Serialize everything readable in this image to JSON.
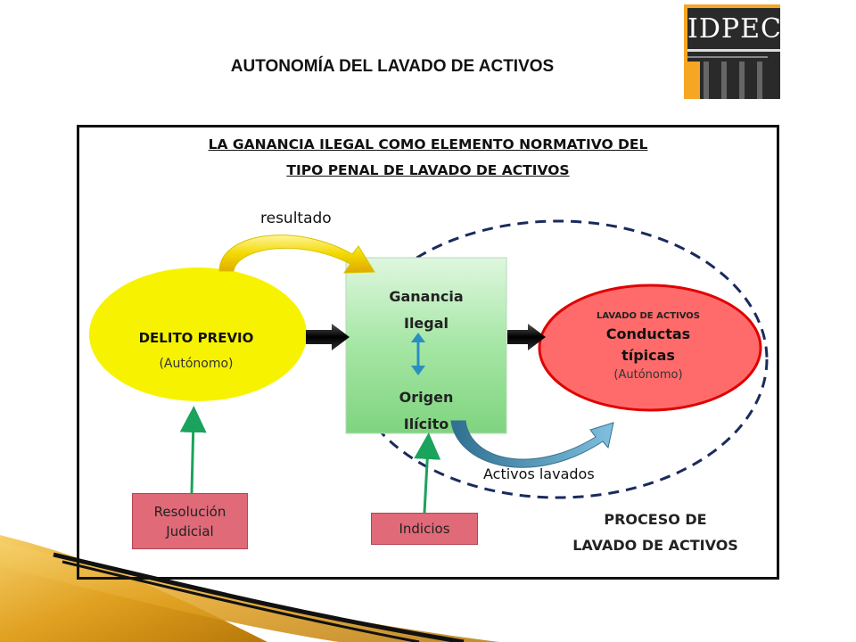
{
  "header": {
    "title": "AUTONOMÍA DEL LAVADO DE ACTIVOS",
    "logo_text": "IDPEC"
  },
  "diagram": {
    "title_line1": "LA GANANCIA ILEGAL COMO ELEMENTO NORMATIVO DEL",
    "title_line2": "TIPO PENAL DE LAVADO DE ACTIVOS",
    "arrow_top_label": "resultado",
    "delito": {
      "title": "DELITO PREVIO",
      "sub": "(Autónomo)"
    },
    "center": {
      "top_line1": "Ganancia",
      "top_line2": "Ilegal",
      "bottom_line1": "Origen",
      "bottom_line2": "Ilícito"
    },
    "lavado": {
      "small": "LAVADO DE ACTIVOS",
      "line1": "Conductas",
      "line2": "típicas",
      "sub": "(Autónomo)"
    },
    "arrow_bottom_label": "Activos lavados",
    "resolucion": {
      "line1": "Resolución",
      "line2": "Judicial"
    },
    "indicios": "Indicios",
    "proceso": {
      "line1": "PROCESO DE",
      "line2": "LAVADO DE ACTIVOS"
    }
  },
  "colors": {
    "delito_fill": "#f7f300",
    "lavado_fill": "#ff6b6b",
    "lavado_stroke": "#e00000",
    "center_fill": "#9fe39f",
    "dashed_ellipse": "#1b2a5c",
    "tag_fill": "#e06a78",
    "green_arrow": "#1aa35c"
  }
}
